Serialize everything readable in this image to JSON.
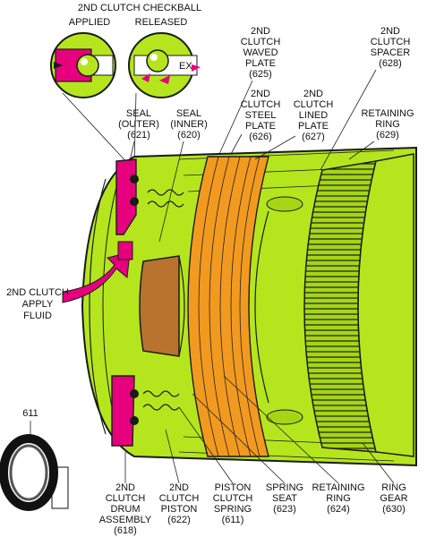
{
  "title": "2ND CLUTCH CHECKBALL",
  "checkball": {
    "applied_label": "APPLIED",
    "released_label": "RELEASED",
    "exhaust_label": "EX"
  },
  "apply_fluid": [
    "2ND CLUTCH",
    "APPLY",
    "FLUID"
  ],
  "spring_ref": "611",
  "callouts": {
    "waved_plate": [
      "2ND",
      "CLUTCH",
      "WAVED",
      "PLATE",
      "(625)"
    ],
    "spacer": [
      "2ND",
      "CLUTCH",
      "SPACER",
      "(628)"
    ],
    "steel_plate": [
      "2ND",
      "CLUTCH",
      "STEEL",
      "PLATE",
      "(626)"
    ],
    "lined_plate": [
      "2ND",
      "CLUTCH",
      "LINED",
      "PLATE",
      "(627)"
    ],
    "retaining_ring_top": [
      "RETAINING",
      "RING",
      "(629)"
    ],
    "seal_outer": [
      "SEAL",
      "(OUTER)",
      "(621)"
    ],
    "seal_inner": [
      "SEAL",
      "(INNER)",
      "(620)"
    ],
    "drum_assembly": [
      "2ND",
      "CLUTCH",
      "DRUM",
      "ASSEMBLY",
      "(618)"
    ],
    "piston": [
      "2ND",
      "CLUTCH",
      "PISTON",
      "(622)"
    ],
    "clutch_spring": [
      "PISTON",
      "CLUTCH",
      "SPRING",
      "(611)"
    ],
    "spring_seat": [
      "SPRING",
      "SEAT",
      "(623)"
    ],
    "retaining_ring_bottom": [
      "RETAINING",
      "RING",
      "(624)"
    ],
    "ring_gear": [
      "RING",
      "GEAR",
      "(630)"
    ]
  },
  "colors": {
    "housing": "#b5e61d",
    "housing_dark": "#8fbf10",
    "outline": "#1a1a1a",
    "fluid": "#e6007e",
    "plate_orange": "#f29a1f",
    "hub_brown": "#b8732f"
  }
}
